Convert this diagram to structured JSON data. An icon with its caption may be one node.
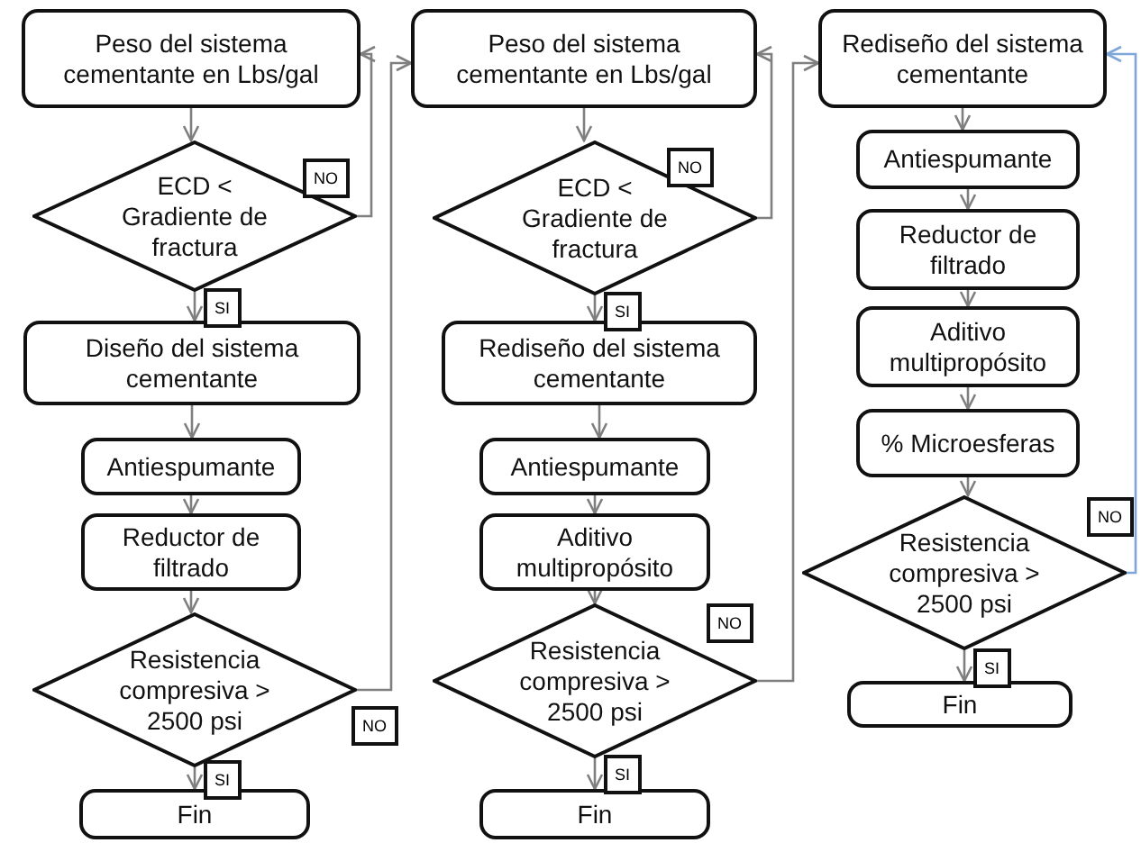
{
  "diagram": {
    "nodes": [
      {
        "text": [
          "Peso del sistema cementante en Lbs/gal"
        ]
      },
      {
        "text": [
          "ECD < Gradiente de fractura"
        ]
      },
      {
        "text": [
          "Diseño del sistema cementante"
        ]
      },
      {
        "text": [
          "Antiespumante"
        ]
      },
      {
        "text": [
          "Reductor de filtrado"
        ]
      },
      {
        "text": [
          "Resistencia compresiva > 2500 psi"
        ]
      },
      {
        "text": [
          "Fin"
        ]
      },
      {
        "text": [
          "Peso del sistema cementante en Lbs/gal"
        ]
      },
      {
        "text": [
          "ECD < Gradiente de fractura"
        ]
      },
      {
        "text": [
          "Rediseño del sistema cementante"
        ]
      },
      {
        "text": [
          "Antiespumante"
        ]
      },
      {
        "text": [
          "Aditivo multipropósito"
        ]
      },
      {
        "text": [
          "Resistencia compresiva > 2500 psi"
        ]
      },
      {
        "text": [
          "Fin"
        ]
      },
      {
        "text": [
          "Rediseño del sistema cementante"
        ]
      },
      {
        "text": [
          "Antiespumante"
        ]
      },
      {
        "text": [
          "Reductor de filtrado"
        ]
      },
      {
        "text": [
          "Aditivo multipropósito"
        ]
      },
      {
        "text": [
          "% Microesferas"
        ]
      },
      {
        "text": [
          "Resistencia compresiva > 2500 psi"
        ]
      },
      {
        "text": [
          "Fin"
        ]
      }
    ],
    "edges": [
      {
        "from": 0,
        "to": 1,
        "arrow": "to"
      },
      {
        "from": 1,
        "to": 0,
        "arrow": "to",
        "label": "NO"
      },
      {
        "from": 1,
        "to": 2,
        "arrow": "to",
        "label": "SI"
      },
      {
        "from": 2,
        "to": 3,
        "arrow": "to"
      },
      {
        "from": 3,
        "to": 4,
        "arrow": "to"
      },
      {
        "from": 4,
        "to": 5,
        "arrow": "to"
      },
      {
        "from": 5,
        "to": 6,
        "arrow": "to",
        "label": "SI"
      },
      {
        "from": 5,
        "to": 7,
        "arrow": "to",
        "label": "NO"
      },
      {
        "from": 7,
        "to": 8,
        "arrow": "to"
      },
      {
        "from": 8,
        "to": 7,
        "arrow": "to",
        "label": "NO"
      },
      {
        "from": 8,
        "to": 9,
        "arrow": "to",
        "label": "SI"
      },
      {
        "from": 9,
        "to": 10,
        "arrow": "to"
      },
      {
        "from": 10,
        "to": 11,
        "arrow": "to"
      },
      {
        "from": 11,
        "to": 12,
        "arrow": "to"
      },
      {
        "from": 12,
        "to": 13,
        "arrow": "to",
        "label": "SI"
      },
      {
        "from": 12,
        "to": 14,
        "arrow": "to",
        "label": "NO"
      },
      {
        "from": 14,
        "to": 15,
        "arrow": "to"
      },
      {
        "from": 15,
        "to": 16,
        "arrow": "to"
      },
      {
        "from": 16,
        "to": 17,
        "arrow": "to"
      },
      {
        "from": 17,
        "to": 18,
        "arrow": "to"
      },
      {
        "from": 18,
        "to": 19,
        "arrow": "to"
      },
      {
        "from": 19,
        "to": 20,
        "arrow": "to",
        "label": "SI"
      },
      {
        "from": 19,
        "to": 14,
        "arrow": "to",
        "label": "NO",
        "color": "#7ea6d8"
      }
    ]
  }
}
